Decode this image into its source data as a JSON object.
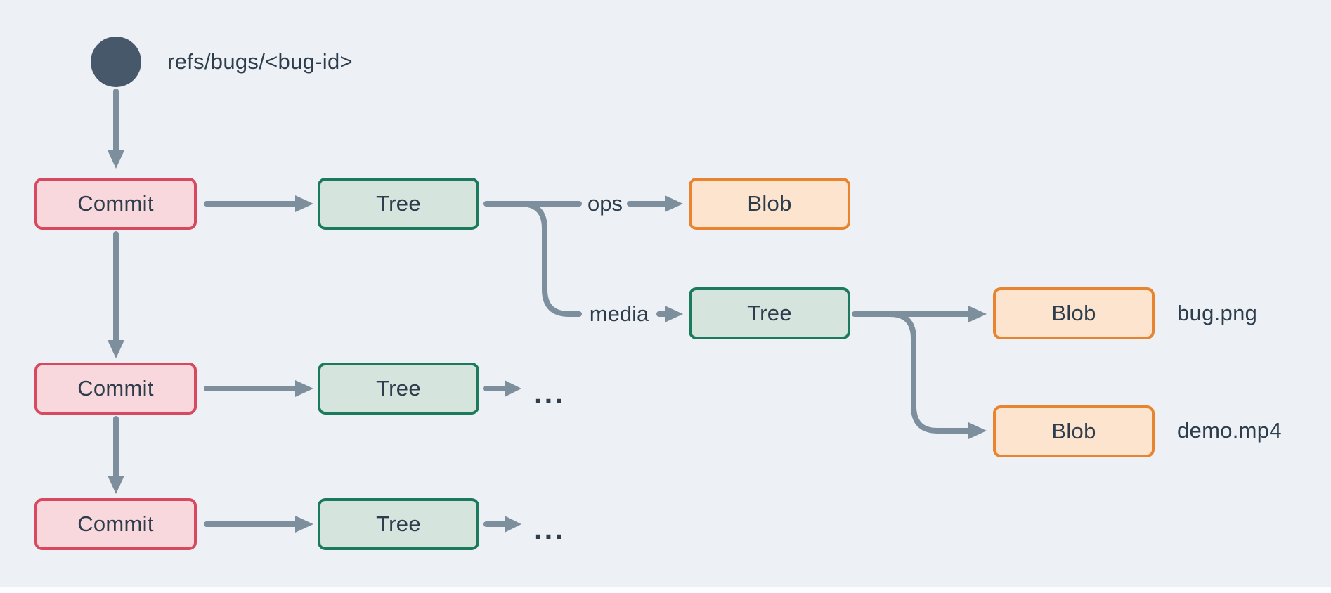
{
  "theme": {
    "background": "#edf1f5",
    "canvas_strip": "#fcfdfe",
    "text": "#2e3d4c",
    "connector": "#7d8e9d",
    "ref_circle": "#47586a",
    "commit_fill": "#f8d8dc",
    "commit_border": "#d6495f",
    "tree_fill": "#d6e4de",
    "tree_border": "#1b7a5c",
    "blob_fill": "#fce4cf",
    "blob_border": "#e8842f"
  },
  "diagram": {
    "ref_label": "refs/bugs/<bug-id>",
    "nodes": {
      "commits": [
        {
          "label": "Commit"
        },
        {
          "label": "Commit"
        },
        {
          "label": "Commit"
        }
      ],
      "trees": [
        {
          "label": "Tree"
        },
        {
          "label": "Tree"
        },
        {
          "label": "Tree"
        },
        {
          "label": "Tree"
        }
      ],
      "blobs": [
        {
          "label": "Blob"
        },
        {
          "label": "Blob"
        },
        {
          "label": "Blob"
        }
      ]
    },
    "edge_labels": {
      "ops": "ops",
      "media": "media"
    },
    "file_labels": {
      "bug_png": "bug.png",
      "demo_mp4": "demo.mp4"
    },
    "ellipsis_row2": "...",
    "ellipsis_row3": "..."
  }
}
